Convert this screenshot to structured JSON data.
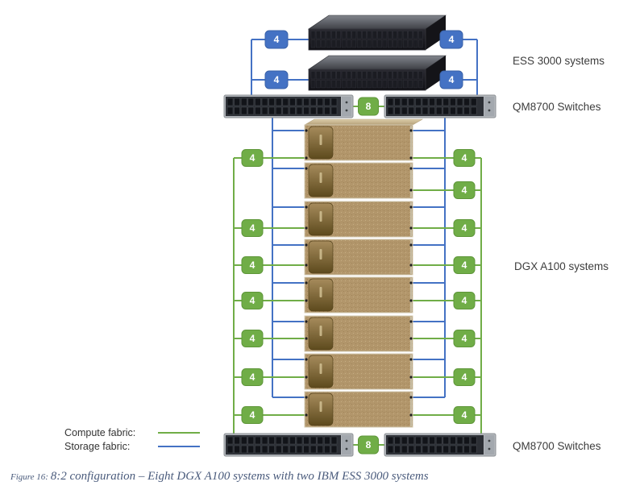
{
  "figure": {
    "caption_prefix": "Figure 16: ",
    "caption_text": "8:2 configuration – Eight DGX A100 systems with two IBM ESS 3000 systems"
  },
  "labels": {
    "ess": "ESS 3000 systems",
    "switches_top": "QM8700 Switches",
    "dgx": "DGX A100 systems",
    "switches_bottom": "QM8700 Switches"
  },
  "legend": [
    {
      "name": "Compute fabric:",
      "color": "#70ad47"
    },
    {
      "name": "Storage fabric:",
      "color": "#4472c4"
    }
  ],
  "colors": {
    "compute": "#70ad47",
    "compute_dark": "#5e9639",
    "storage": "#4472c4",
    "storage_dark": "#3a62a8"
  },
  "topology": {
    "ess_count": 2,
    "dgx_count": 8,
    "top_switch_count": 2,
    "bottom_switch_count": 2,
    "ess_link_count": "4",
    "dgx_link_count": "4",
    "switch_interlink_count": "8",
    "dgx_left_link_units": [
      1,
      3,
      4,
      5,
      6,
      7,
      8
    ],
    "dgx_right_link_units": [
      1,
      2,
      3,
      4,
      5,
      6,
      7,
      8
    ]
  }
}
